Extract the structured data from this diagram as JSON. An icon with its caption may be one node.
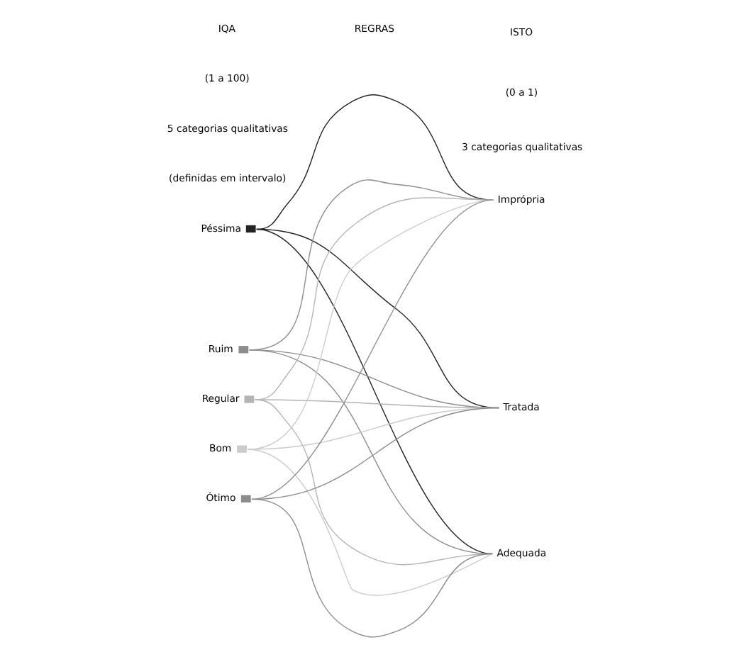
{
  "diagram": {
    "nodes": [
      {
        "text": [
          "Péssima"
        ]
      },
      {
        "text": [
          "Ruim"
        ]
      },
      {
        "text": [
          "Regular"
        ]
      },
      {
        "text": [
          "Bom"
        ]
      },
      {
        "text": [
          "Ótimo"
        ]
      },
      {
        "text": [
          "Imprópria"
        ]
      },
      {
        "text": [
          "Tratada"
        ]
      },
      {
        "text": [
          "Adequada"
        ]
      }
    ],
    "edges": [
      {
        "from": 0,
        "to": 5,
        "arrow": "none",
        "color": "#222222"
      },
      {
        "from": 0,
        "to": 6,
        "arrow": "none",
        "color": "#222222"
      },
      {
        "from": 0,
        "to": 7,
        "arrow": "none",
        "color": "#222222"
      },
      {
        "from": 1,
        "to": 5,
        "arrow": "none"
      },
      {
        "from": 1,
        "to": 6,
        "arrow": "none"
      },
      {
        "from": 1,
        "to": 7,
        "arrow": "none"
      },
      {
        "from": 2,
        "to": 5,
        "arrow": "none",
        "color": "#b4b4b4"
      },
      {
        "from": 2,
        "to": 6,
        "arrow": "none",
        "color": "#b4b4b4"
      },
      {
        "from": 2,
        "to": 7,
        "arrow": "none",
        "color": "#b4b4b4"
      },
      {
        "from": 3,
        "to": 5,
        "arrow": "none",
        "color": "#cccccc"
      },
      {
        "from": 3,
        "to": 6,
        "arrow": "none",
        "color": "#cccccc"
      },
      {
        "from": 3,
        "to": 7,
        "arrow": "none",
        "color": "#cccccc"
      },
      {
        "from": 4,
        "to": 5,
        "arrow": "none"
      },
      {
        "from": 4,
        "to": 6,
        "arrow": "none"
      },
      {
        "from": 4,
        "to": 7,
        "arrow": "none"
      }
    ],
    "labels": [
      "IQA",
      "(1 a 100)",
      "5 categorias qualitativas",
      "(definidas em intervalo)",
      "ISTO",
      "(0 a 1)",
      "3 categorias qualitativas",
      "REGRAS"
    ]
  }
}
